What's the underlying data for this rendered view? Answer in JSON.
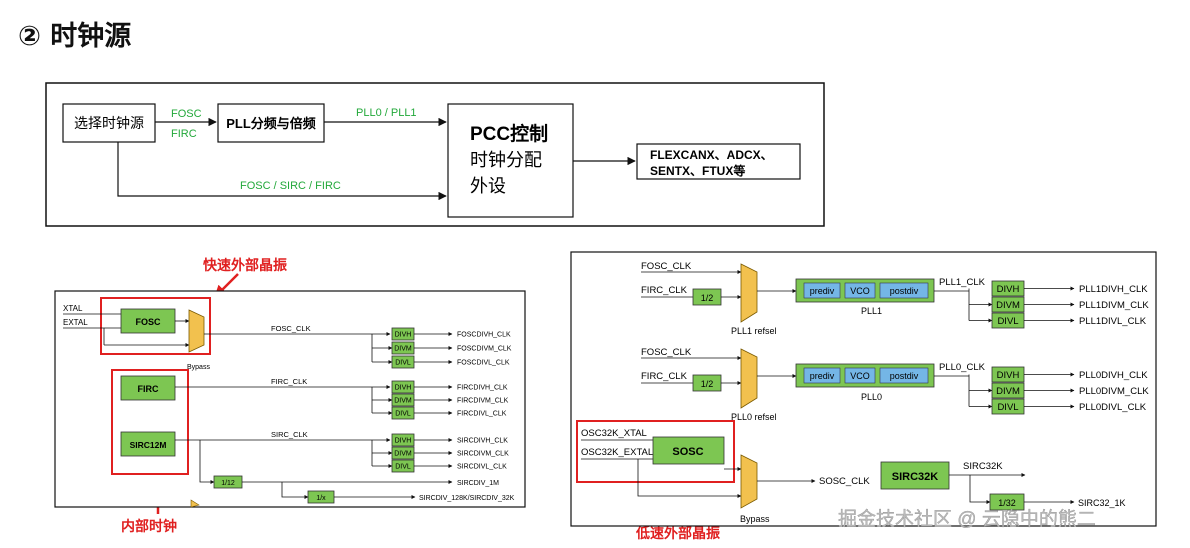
{
  "page_title": "② 时钟源",
  "overview": {
    "select_source": "选择时钟源",
    "fosc": "FOSC",
    "firc": "FIRC",
    "pll_block": "PLL分频与倍频",
    "pll_out": "PLL0 / PLL1",
    "pcc_line1": "PCC控制",
    "pcc_line2": "时钟分配",
    "pcc_line3": "外设",
    "direct_path": "FOSC / SIRC / FIRC",
    "periph_line1": "FLEXCANX、ADCX、",
    "periph_line2": "SENTX、FTUX等"
  },
  "callouts": {
    "fast_external": "快速外部晶振",
    "internal": "内部时钟",
    "slow_external": "低速外部晶振"
  },
  "left_diagram": {
    "xtal": "XTAL",
    "extal": "EXTAL",
    "fosc": "FOSC",
    "bypass": "Bypass",
    "fosc_clk": "FOSC_CLK",
    "firc": "FIRC",
    "firc_clk": "FIRC_CLK",
    "sirc": "SIRC12M",
    "sirc_clk": "SIRC_CLK",
    "div_labels": [
      "DIVH",
      "DIVM",
      "DIVL"
    ],
    "fosc_outputs": [
      "FOSCDIVH_CLK",
      "FOSCDIVM_CLK",
      "FOSCDIVL_CLK"
    ],
    "firc_outputs": [
      "FIRCDIVH_CLK",
      "FIRCDIVM_CLK",
      "FIRCDIVL_CLK"
    ],
    "sirc_outputs": [
      "SIRCDIVH_CLK",
      "SIRCDIVM_CLK",
      "SIRCDIVL_CLK"
    ],
    "div_1_12": "1/12",
    "sircdiv_1m": "SIRCDIV_1M",
    "div_1_x": "1/x",
    "sircdiv_out": "SIRCDIV_128K/SIRCDIV_32K"
  },
  "right_diagram": {
    "fosc_clk": "FOSC_CLK",
    "firc_clk": "FIRC_CLK",
    "half": "1/2",
    "pll_stages": [
      "prediv",
      "VCO",
      "postdiv"
    ],
    "pll1": "PLL1",
    "pll1_clk": "PLL1_CLK",
    "pll1_refsel": "PLL1 refsel",
    "pll1_outputs": [
      "PLL1DIVH_CLK",
      "PLL1DIVM_CLK",
      "PLL1DIVL_CLK"
    ],
    "pll0": "PLL0",
    "pll0_clk": "PLL0_CLK",
    "pll0_refsel": "PLL0 refsel",
    "pll0_outputs": [
      "PLL0DIVH_CLK",
      "PLL0DIVM_CLK",
      "PLL0DIVL_CLK"
    ],
    "div_labels": [
      "DIVH",
      "DIVM",
      "DIVL"
    ],
    "osc32k_xtal": "OSC32K_XTAL",
    "osc32k_extal": "OSC32K_EXTAL",
    "sosc": "SOSC",
    "bypass": "Bypass",
    "sosc_clk": "SOSC_CLK",
    "sirc32k_block": "SIRC32K",
    "sirc32k": "SIRC32K",
    "div_1_32": "1/32",
    "sirc32_1k": "SIRC32_1K"
  },
  "watermark": "掘金技术社区 @ 云隐中的熊二",
  "colors": {
    "green_block": "#7dc652",
    "blue_stage": "#74b6e6",
    "mux": "#f2c14e",
    "highlight": "#e02020",
    "label_green": "#22a83a"
  }
}
